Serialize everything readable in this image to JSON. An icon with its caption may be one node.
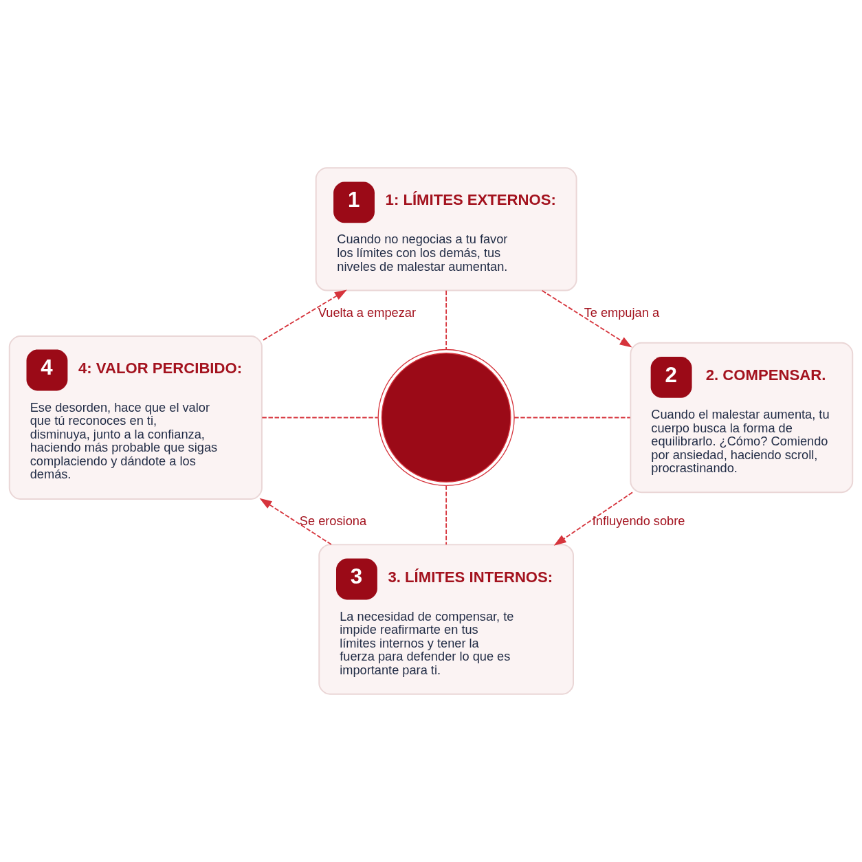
{
  "diagram": {
    "nodes": [
      {
        "text": [
          "1",
          "1: LÍMITES EXTERNOS:",
          "Cuando no negocias a tu favor los límites con los demás, tus niveles de malestar aumentan."
        ]
      },
      {
        "text": [
          "4",
          "4: VALOR PERCIBIDO:",
          "Ese desorden, hace que el valor que tú reconoces en ti, disminuya, junto a la confianza, haciendo más probable que sigas complaciendo y dándote a los demás."
        ]
      },
      {
        "text": [],
        "shape": "circle"
      },
      {
        "text": [
          "2",
          "2. COMPENSAR.",
          "Cuando el malestar aumenta, tu cuerpo busca la forma de equilibrarlo. ¿Cómo? Comiendo por ansiedad, haciendo scroll, procrastinando."
        ]
      },
      {
        "text": [
          "3",
          "3. LÍMITES INTERNOS:",
          "La necesidad de compensar, te impide reafirmarte en tus límites internos y tener la fuerza para defender lo que es importante para ti."
        ]
      }
    ],
    "edges": [
      {
        "from": 0,
        "to": 3,
        "arrow": "to",
        "label": "Te empujan a",
        "style": "dashed"
      },
      {
        "from": 3,
        "to": 4,
        "arrow": "to",
        "label": "Influyendo sobre",
        "style": "dashed"
      },
      {
        "from": 4,
        "to": 1,
        "arrow": "to",
        "label": "Se erosiona",
        "style": "dashed"
      },
      {
        "from": 1,
        "to": 0,
        "arrow": "to",
        "label": "Vuelta a empezar",
        "style": "dashed"
      },
      {
        "from": 2,
        "to": 0,
        "arrow": "none",
        "style": "dashed"
      },
      {
        "from": 2,
        "to": 1,
        "arrow": "none",
        "style": "dashed"
      },
      {
        "from": 2,
        "to": 3,
        "arrow": "none",
        "style": "dashed"
      },
      {
        "from": 2,
        "to": 4,
        "arrow": "none",
        "style": "dashed"
      }
    ]
  }
}
